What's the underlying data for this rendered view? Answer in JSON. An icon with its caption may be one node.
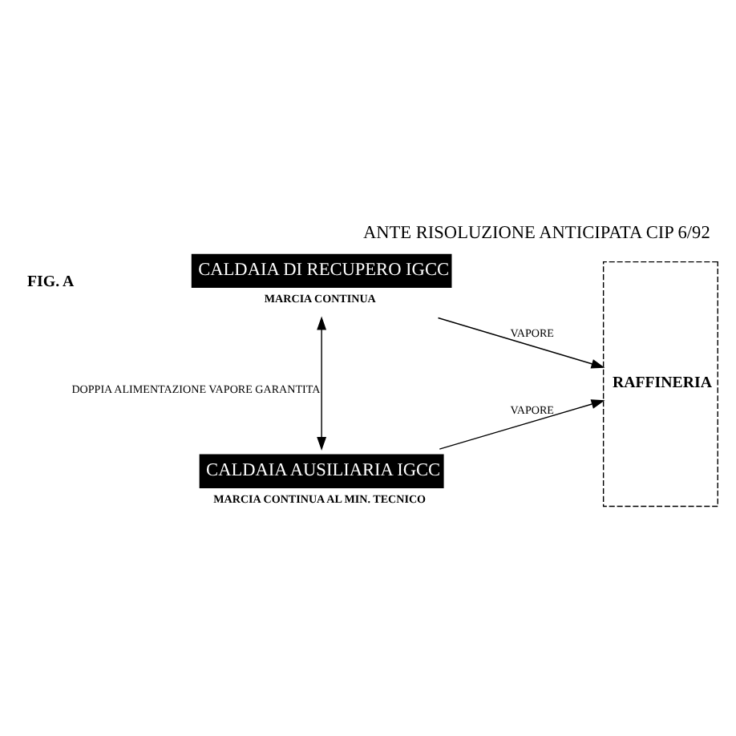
{
  "diagram": {
    "title": "ANTE RISOLUZIONE ANTICIPATA CIP 6/92",
    "nodes": [
      {
        "text": [
          "CALDAIA DI RECUPERO IGCC"
        ],
        "beside": [
          "MARCIA CONTINUA"
        ]
      },
      {
        "text": [
          "CALDAIA AUSILIARIA IGCC"
        ],
        "beside": [
          "MARCIA CONTINUA AL MIN. TECNICO"
        ]
      },
      {
        "text": [
          "RAFFINERIA"
        ]
      }
    ],
    "edges": [
      {
        "from": 0,
        "to": 1,
        "arrow": "both",
        "label": "DOPPIA ALIMENTAZIONE VAPORE GARANTITA"
      },
      {
        "from": 0,
        "to": 2,
        "arrow": "to",
        "label": "VAPORE"
      },
      {
        "from": 1,
        "to": 2,
        "arrow": "to",
        "label": "VAPORE"
      }
    ],
    "labels": [
      "FIG. A"
    ]
  }
}
